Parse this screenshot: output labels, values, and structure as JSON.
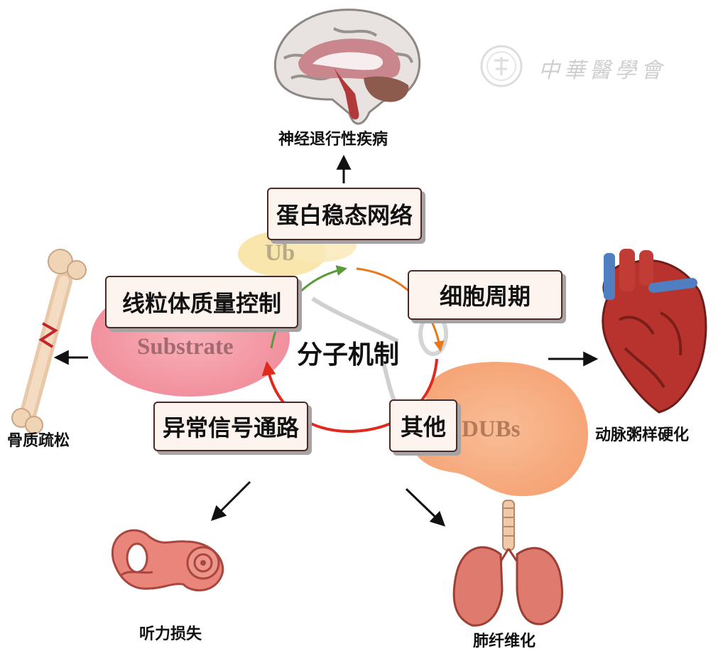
{
  "center": {
    "label": "分子机制"
  },
  "blobs": {
    "ub": "Ub",
    "substrate": "Substrate",
    "dubs": "DUBs"
  },
  "mechanisms": {
    "proteostasis": "蛋白稳态网络",
    "mitochondria": "线粒体质量控制",
    "cell_cycle": "细胞周期",
    "signaling": "异常信号通路",
    "other": "其他"
  },
  "diseases": {
    "neuro": "神经退行性疾病",
    "osteoporosis": "骨质疏松",
    "atherosclerosis": "动脉粥样硬化",
    "hearing": "听力损失",
    "fibrosis": "肺纤维化"
  },
  "watermark": {
    "text": "中華醫學會"
  },
  "colors": {
    "box_bg": "#fdf3ef",
    "box_border": "#4a2a25",
    "ub_blob": "#f7e3a3",
    "substrate_blob": "#f49aa6",
    "dubs_blob": "#f8b084",
    "cycle_green": "#5a9a3a",
    "cycle_orange": "#e8781e",
    "cycle_red": "#e02a1e"
  }
}
